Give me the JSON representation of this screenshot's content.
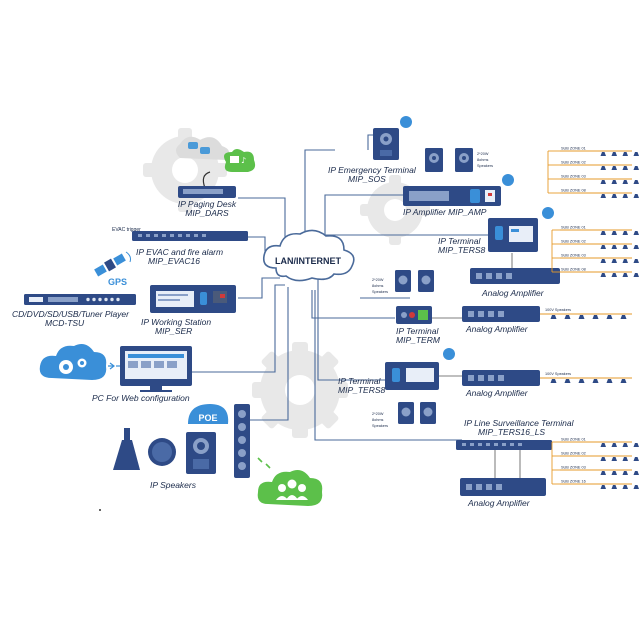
{
  "center": {
    "label": "LAN/INTERNET"
  },
  "devices": {
    "paging_desk": {
      "line1": "IP Paging Desk",
      "line2": "MIP_DARS"
    },
    "evac": {
      "trigger": "EVAC trigger",
      "line1": "IP EVAC and fire alarm",
      "line2": "MIP_EVAC16"
    },
    "gps": {
      "label": "GPS"
    },
    "tuner": {
      "line1": "CD/DVD/SD/USB/Tuner Player",
      "line2": "MCD-TSU"
    },
    "working": {
      "line1": "IP Working Station",
      "line2": "MIP_SER"
    },
    "pc": {
      "line1": "PC For Web configuration"
    },
    "speakers": {
      "label": "IP Speakers",
      "poe": "POE"
    },
    "sos": {
      "line1": "IP Emergency Terminal",
      "line2": "MIP_SOS"
    },
    "amp": {
      "line1": "IP Amplifier  MIP_AMP"
    },
    "ters8_top": {
      "line1": "IP Terminal",
      "line2": "MIP_TERS8"
    },
    "analog_amp_1": {
      "label": "Analog Amplifier"
    },
    "term": {
      "line1": "IP Terminal",
      "line2": "MIP_TERM"
    },
    "analog_amp_2": {
      "label": "Analog Amplifier"
    },
    "ters8_bottom": {
      "line1": "IP Terminal",
      "line2": "MIP_TERS8"
    },
    "ters16": {
      "line1": "IP Line Surveillance Terminal",
      "line2": "MIP_TERS16_LS"
    },
    "analog_amp_3": {
      "label": "Analog Amplifier"
    }
  },
  "speaker_notes": {
    "sos_speakers": {
      "line1": "2*20W",
      "line2": "8ohms",
      "line3": "Speakers"
    },
    "term_speakers": {
      "line1": "2*20W",
      "line2": "8ohms",
      "line3": "Speakers"
    },
    "ters8_speakers": {
      "line1": "2*20W",
      "line2": "8ohms",
      "line3": "Speakers"
    }
  },
  "line_labels": {
    "v100_a": "100V Speakers",
    "v100_b": "100V Speakers"
  },
  "zones": {
    "amp_group": [
      "SUB ZONE 01",
      "SUB ZONE 02",
      "SUB ZONE 03",
      "SUB ZONE 08"
    ],
    "ters8_group": [
      "SUB ZONE 01",
      "SUB ZONE 02",
      "SUB ZONE 03",
      "SUB ZONE 08"
    ],
    "ters16_group": [
      "SUB ZONE 01",
      "SUB ZONE 02",
      "SUB ZONE 03",
      "SUB ZONE 16"
    ]
  },
  "colors": {
    "line": "#4a6a9a",
    "device_dark": "#2e4a86",
    "device_light": "#8aa0c8",
    "cloud_blue": "#3a8fd8",
    "cloud_green": "#5cc04a",
    "gear_gray": "#e6e6e6",
    "zone_bar": "#e69a2a"
  }
}
